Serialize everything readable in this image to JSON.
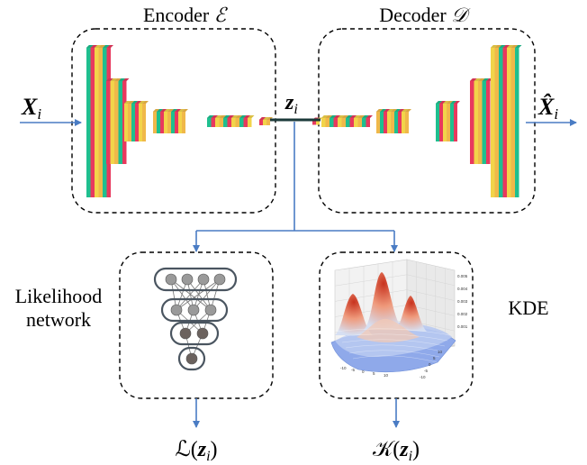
{
  "encoder": {
    "title": "Encoder",
    "symbol": "ℰ"
  },
  "decoder": {
    "title": "Decoder",
    "symbol": "𝒟"
  },
  "input": {
    "base": "X",
    "sub": "i"
  },
  "output": {
    "base": "X̂",
    "sub": "i"
  },
  "latent": {
    "base": "z",
    "sub": "i"
  },
  "likelihood": {
    "label_line1": "Likelihood",
    "label_line2": "network",
    "output_prefix": "ℒ(",
    "output_base": "z",
    "output_sub": "i",
    "output_suffix": ")"
  },
  "kde": {
    "label": "KDE",
    "output_prefix": "𝒦(",
    "output_base": "z",
    "output_sub": "i",
    "output_suffix": ")",
    "z_ticks": [
      "0.005",
      "0.004",
      "0.003",
      "0.002",
      "0.001"
    ],
    "x_ticks": [
      "-10",
      "-5",
      "0",
      "5",
      "10"
    ],
    "y_ticks": [
      "10",
      "5",
      "0",
      "-5",
      "-10"
    ]
  },
  "colors": {
    "arrow": "#4a7cc4",
    "green": "#1fbf8f",
    "red": "#e8395e",
    "yellow": "#f2d44a",
    "orange": "#f0b84a",
    "node": "#9a9a9a",
    "node_dark": "#6b625e",
    "node_ring": "#4a5560"
  }
}
